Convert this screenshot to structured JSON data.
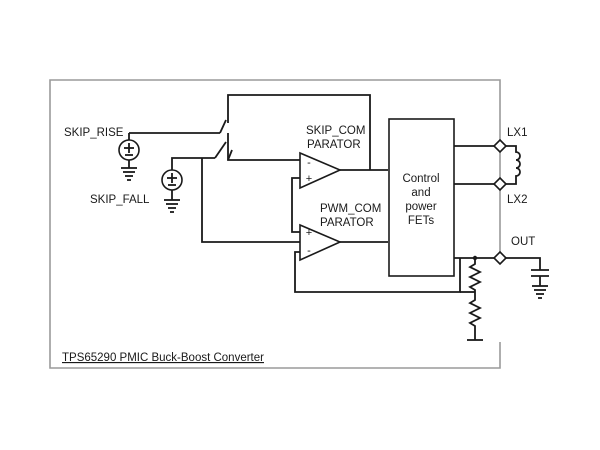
{
  "diagram": {
    "caption": "TPS65290 PMIC Buck-Boost Converter",
    "signals": {
      "skip_rise": "SKIP_RISE",
      "skip_fall": "SKIP_FALL"
    },
    "comparators": {
      "skip_line1": "SKIP_COM",
      "skip_line2": "PARATOR",
      "pwm_line1": "PWM_COM",
      "pwm_line2": "PARATOR",
      "minus": "-",
      "plus": "+"
    },
    "control_block": {
      "line1": "Control",
      "line2": "and",
      "line3": "power",
      "line4": "FETs"
    },
    "pins": {
      "lx1": "LX1",
      "lx2": "LX2",
      "out": "OUT"
    }
  }
}
